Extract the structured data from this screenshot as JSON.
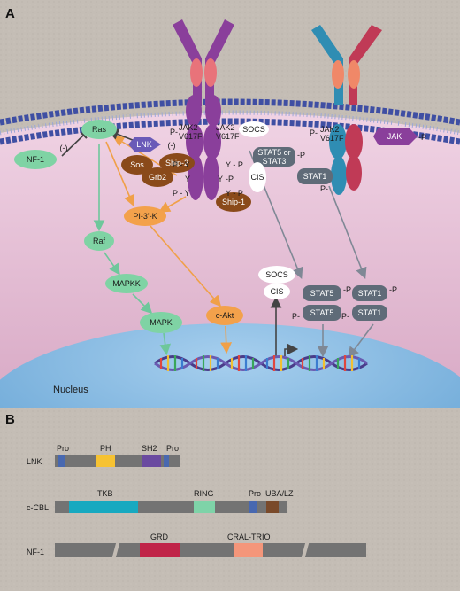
{
  "panel_a": {
    "label": "A",
    "nucleus": "Nucleus",
    "proteins": {
      "ras": "Ras",
      "nf1": "NF-1",
      "nf1_inhibit": "(-)",
      "lnk": "LNK",
      "lnk_inhibit": "(-)",
      "sos": "Sos",
      "grb2": "Grb2",
      "ship2": "Ship-2",
      "ship1": "Ship-1",
      "pi3k": "PI-3'-K",
      "raf": "Raf",
      "mapkk": "MAPKK",
      "mapk": "MAPK",
      "cakt": "c-Akt",
      "cis_membrane": "CIS",
      "socs_membrane": "SOCS",
      "socs_nuclear": "SOCS",
      "cis_nuclear": "CIS",
      "jak": "JAK",
      "jak2_left_1": "JAK2",
      "jak2_left_2": "V617F",
      "jak2_mid_1": "JAK2",
      "jak2_mid_2": "V617F",
      "jak2_right_1": "JAK2",
      "jak2_right_2": "V617F",
      "stat53_1": "STAT5 or",
      "stat53_2": "STAT3",
      "stat1": "STAT1",
      "stat5_dimer_top": "STAT5",
      "stat5_dimer_bottom": "STAT5",
      "stat1_dimer_top": "STAT1",
      "stat1_dimer_bottom": "STAT1",
      "p": "P",
      "p_dash": "P-",
      "dash_p": "-P",
      "y": "Y",
      "p_dash_y": "P - Y",
      "y_dash_p": "Y - P"
    }
  },
  "panel_b": {
    "label": "B",
    "proteins": [
      {
        "name": "LNK",
        "domains": [
          "Pro",
          "PH",
          "SH2",
          "Pro"
        ]
      },
      {
        "name": "c-CBL",
        "domains": [
          "TKB",
          "RING",
          "Pro",
          "UBA/LZ"
        ]
      },
      {
        "name": "NF-1",
        "domains": [
          "GRD",
          "CRAL-TRIO"
        ]
      }
    ]
  },
  "colors": {
    "background": "#c3bcb4",
    "cytoplasm": "#e4c2d6",
    "nucleus": "#7eb6df",
    "membrane": "#3f4fa3",
    "purple_receptor": "#8a3f9b",
    "blue_receptor": "#2f8db3",
    "red_receptor": "#c03a56",
    "green_protein": "#7fd3a4",
    "orange_protein": "#f3a14b",
    "brown_protein": "#8a4a1a",
    "stat_gray": "#5f6b78",
    "domain_pro": "#4868b0",
    "domain_ph": "#f6c232",
    "domain_sh2": "#6a4aa0",
    "domain_tkb": "#17a9c0",
    "domain_ring": "#7ed3a8",
    "domain_uba": "#7a4a2a",
    "domain_grd": "#c02448",
    "domain_cral": "#f4967a",
    "bar": "#737373"
  }
}
